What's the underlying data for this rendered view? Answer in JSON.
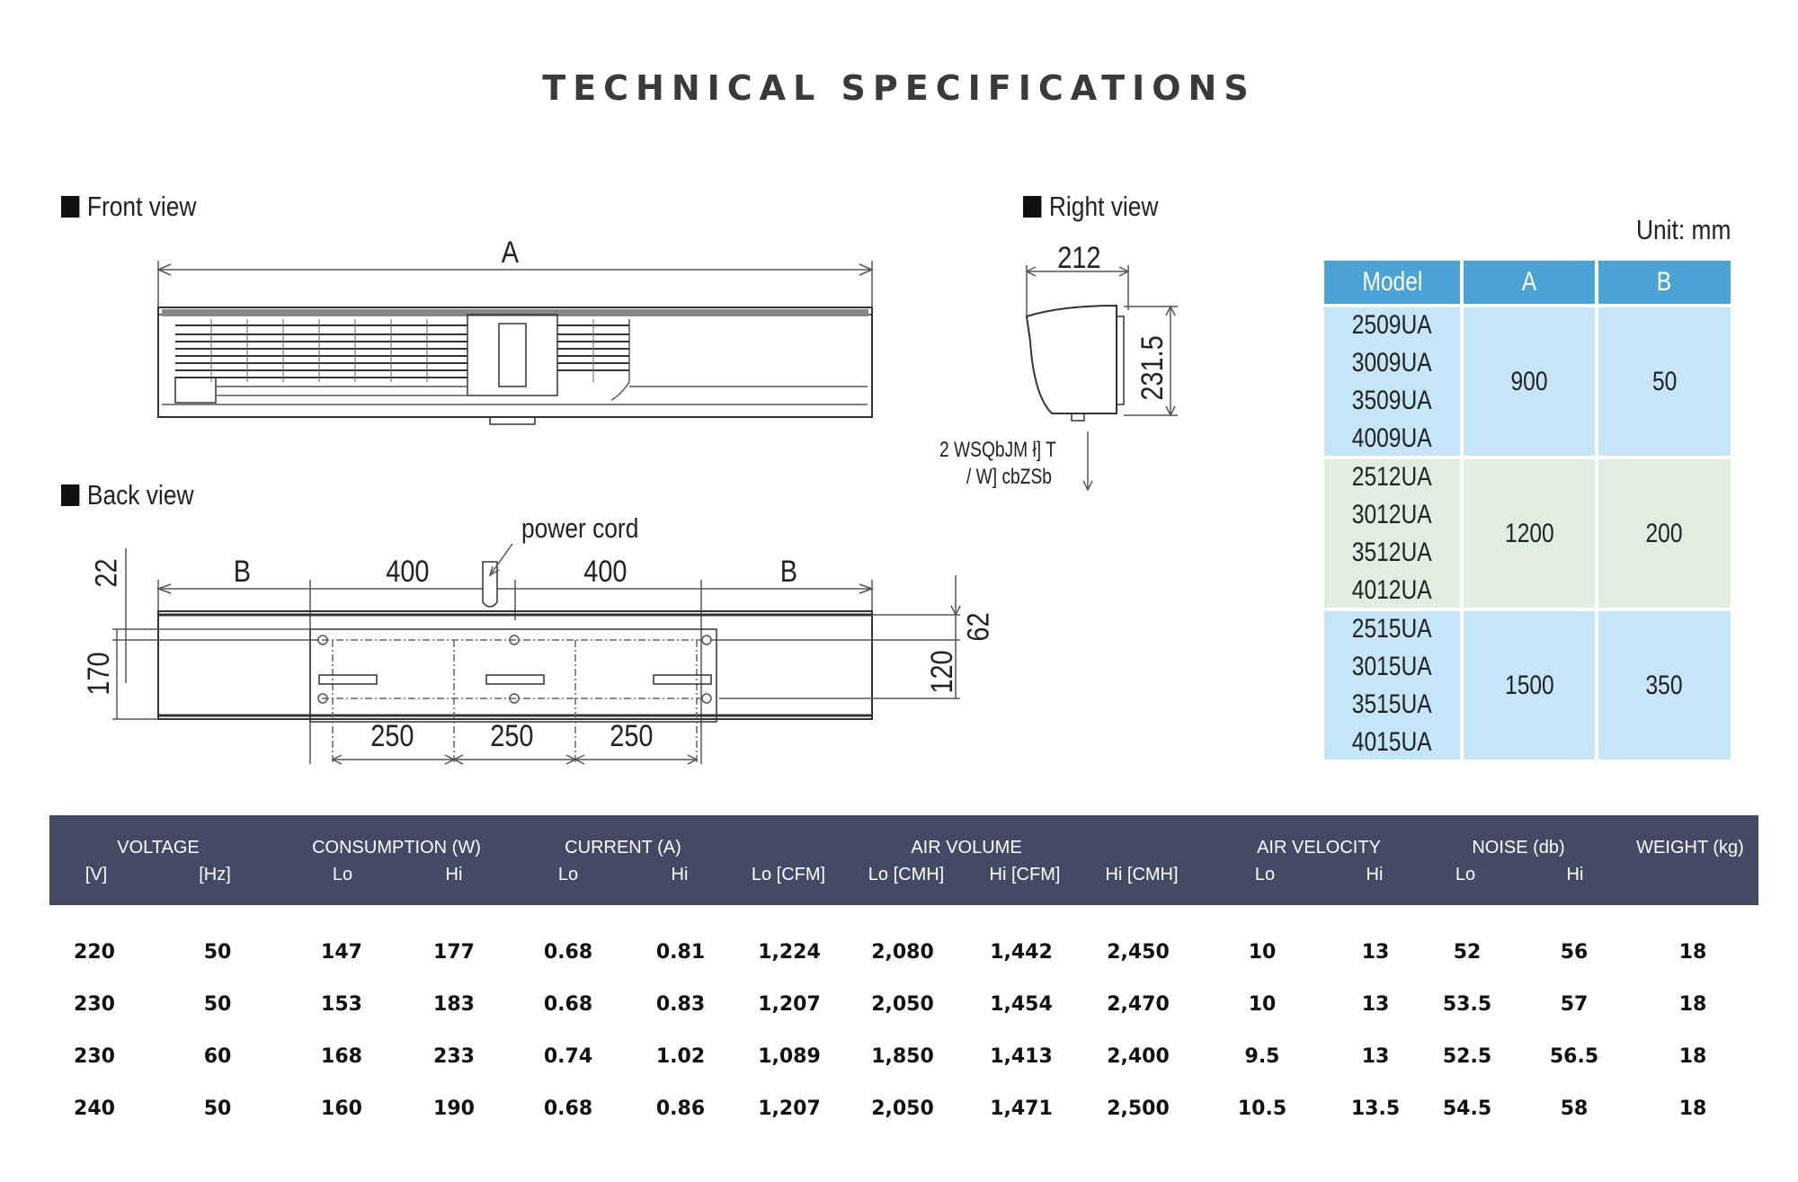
{
  "page": {
    "title": "TECHNICAL SPECIFICATIONS"
  },
  "drawings": {
    "front_view": {
      "label": "Front view",
      "dim_a": "A"
    },
    "right_view": {
      "label": "Right view",
      "width": "212",
      "height": "231.5",
      "note_line1": "2 WSQbJM ł] T",
      "note_line2": "/ W] cbZSb"
    },
    "back_view": {
      "label": "Back view",
      "power_cord": "power cord",
      "dim_b_left": "B",
      "dim_400_left": "400",
      "dim_400_right": "400",
      "dim_b_right": "B",
      "dim_22": "22",
      "dim_170": "170",
      "dim_62": "62",
      "dim_120": "120",
      "dim_250_1": "250",
      "dim_250_2": "250",
      "dim_250_3": "250"
    }
  },
  "model_table": {
    "unit": "Unit: mm",
    "headers": {
      "model": "Model",
      "a": "A",
      "b": "B"
    },
    "groups": [
      {
        "models": [
          "2509UA",
          "3009UA",
          "3509UA",
          "4009UA"
        ],
        "a": "900",
        "b": "50",
        "color": "#c5e6f8"
      },
      {
        "models": [
          "2512UA",
          "3012UA",
          "3512UA",
          "4012UA"
        ],
        "a": "1200",
        "b": "200",
        "color": "#dfeee0"
      },
      {
        "models": [
          "2515UA",
          "3015UA",
          "3515UA",
          "4015UA"
        ],
        "a": "1500",
        "b": "350",
        "color": "#c5e6f8"
      }
    ]
  },
  "spec_table": {
    "header_color": "#444a66",
    "group_headers": {
      "voltage": "VOLTAGE",
      "consumption": "CONSUMPTION (W)",
      "current": "CURRENT (A)",
      "air_volume": "AIR VOLUME",
      "air_velocity": "AIR VELOCITY",
      "noise": "NOISE (db)",
      "weight": "WEIGHT (kg)"
    },
    "sub_headers": [
      "[V]",
      "[Hz]",
      "Lo",
      "Hi",
      "Lo",
      "Hi",
      "Lo [CFM]",
      "Lo [CMH]",
      "Hi [CFM]",
      "Hi [CMH]",
      "Lo",
      "Hi",
      "Lo",
      "Hi"
    ],
    "rows": [
      [
        "220",
        "50",
        "147",
        "177",
        "0.68",
        "0.81",
        "1,224",
        "2,080",
        "1,442",
        "2,450",
        "10",
        "13",
        "52",
        "56",
        "18"
      ],
      [
        "230",
        "50",
        "153",
        "183",
        "0.68",
        "0.83",
        "1,207",
        "2,050",
        "1,454",
        "2,470",
        "10",
        "13",
        "53.5",
        "57",
        "18"
      ],
      [
        "230",
        "60",
        "168",
        "233",
        "0.74",
        "1.02",
        "1,089",
        "1,850",
        "1,413",
        "2,400",
        "9.5",
        "13",
        "52.5",
        "56.5",
        "18"
      ],
      [
        "240",
        "50",
        "160",
        "190",
        "0.68",
        "0.86",
        "1,207",
        "2,050",
        "1,471",
        "2,500",
        "10.5",
        "13.5",
        "54.5",
        "58",
        "18"
      ]
    ]
  }
}
